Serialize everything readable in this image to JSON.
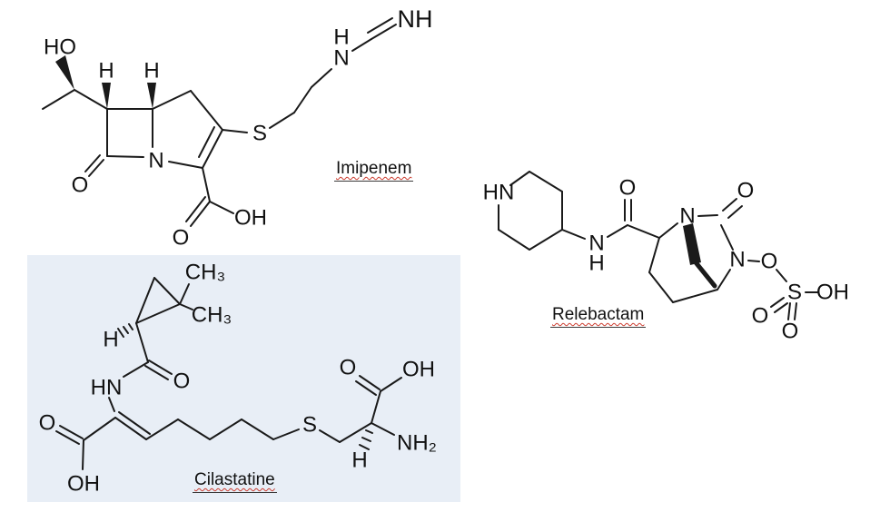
{
  "page": {
    "background": "#ffffff",
    "box_background": "#e8eef6",
    "line_color": "#1a1a1a",
    "squiggle_color": "#cc3b2e"
  },
  "molecules": {
    "imipenem": {
      "name": "Imipenem",
      "atoms": {
        "ho": "HO",
        "h_c6": "H",
        "h_c5": "H",
        "n_ring": "N",
        "o_lactam": "O",
        "s": "S",
        "h_amine": "H",
        "n_amine": "N",
        "nh_imine": "NH",
        "o_acid": "O",
        "oh_acid": "OH"
      }
    },
    "relebactam": {
      "name": "Relebactam",
      "atoms": {
        "hn_piperidine": "HN",
        "o_amide": "O",
        "n_amide": "N",
        "h_amide": "H",
        "n1_bridgehead": "N",
        "o_urea": "O",
        "n6": "N",
        "o_link": "O",
        "s": "S",
        "oh": "OH",
        "o_sulfo_left": "O",
        "o_sulfo_bottom": "O"
      }
    },
    "cilastatine": {
      "name": "Cilastatine",
      "atoms": {
        "ch3_top": "CH₃",
        "ch3_side": "CH₃",
        "h_cyclopropane": "H",
        "hn_amide": "HN",
        "o_amide": "O",
        "o_acid1": "O",
        "oh_acid1": "OH",
        "s": "S",
        "o_acid2": "O",
        "oh_acid2": "OH",
        "nh2": "NH₂",
        "h_cysteine": "H"
      }
    }
  }
}
